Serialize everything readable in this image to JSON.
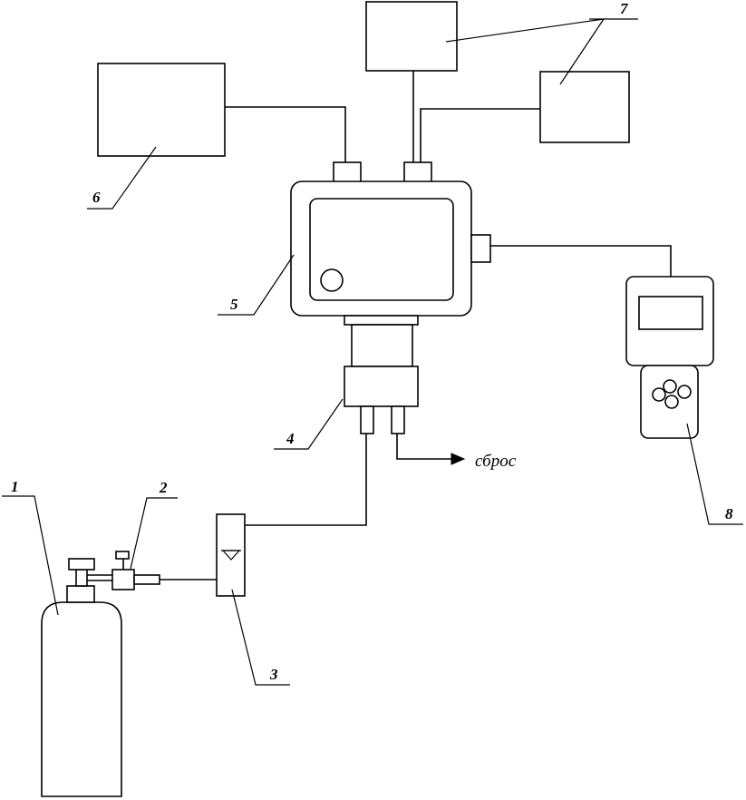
{
  "labels": {
    "cylinder": "1",
    "valve": "2",
    "rotameter": "3",
    "sensor": "4",
    "analyzer": "5",
    "recorder": "6",
    "indicators": "7",
    "handheld": "8"
  },
  "outlet_label": "сброс"
}
